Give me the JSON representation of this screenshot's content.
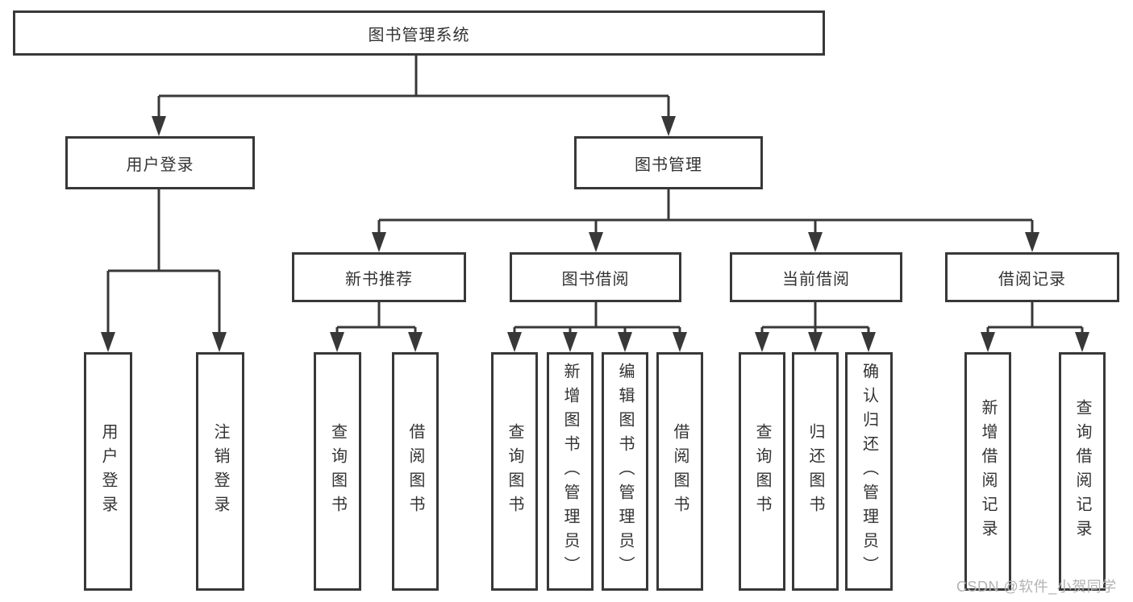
{
  "diagram": {
    "title": "图书管理系统",
    "root": {
      "label": "图书管理系统"
    },
    "level2": [
      {
        "label": "用户登录"
      },
      {
        "label": "图书管理"
      }
    ],
    "level3": [
      {
        "label": "新书推荐"
      },
      {
        "label": "图书借阅"
      },
      {
        "label": "当前借阅"
      },
      {
        "label": "借阅记录"
      }
    ],
    "leaves": [
      {
        "label": "用户登录"
      },
      {
        "label": "注销登录"
      },
      {
        "label": "查询图书"
      },
      {
        "label": "借阅图书"
      },
      {
        "label": "查询图书"
      },
      {
        "label": "新增图书（管理员）"
      },
      {
        "label": "编辑图书（管理员）"
      },
      {
        "label": "借阅图书"
      },
      {
        "label": "查询图书"
      },
      {
        "label": "归还图书"
      },
      {
        "label": "确认归还（管理员）"
      },
      {
        "label": "新增借阅记录"
      },
      {
        "label": "查询借阅记录"
      }
    ]
  },
  "watermark": {
    "text": "CSDN @软件_小贺同学"
  },
  "colors": {
    "line": "#383838",
    "text": "#333333",
    "box_fill": "#ffffff",
    "watermark": "#b3b3b3",
    "background": "#ffffff"
  }
}
